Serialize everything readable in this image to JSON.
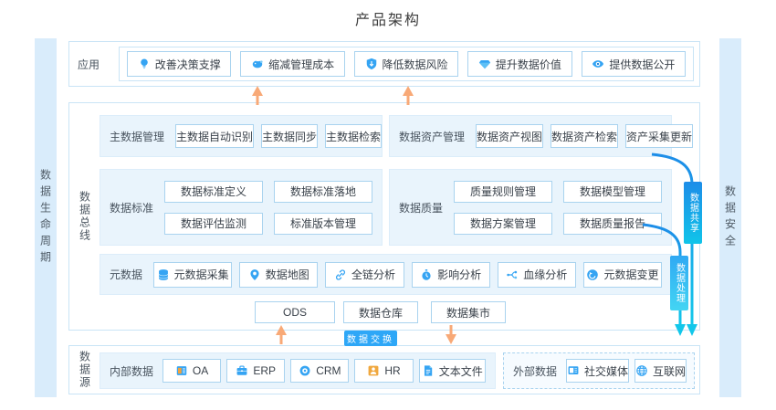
{
  "title": "产品架构",
  "sidebars": {
    "left": "数据生命周期",
    "right": "数据安全"
  },
  "app": {
    "label": "应用",
    "items": [
      {
        "label": "改善决策支撑",
        "icon": "lightbulb-icon"
      },
      {
        "label": "缩减管理成本",
        "icon": "piggy-bank-icon"
      },
      {
        "label": "降低数据风险",
        "icon": "shield-icon"
      },
      {
        "label": "提升数据价值",
        "icon": "gem-icon"
      },
      {
        "label": "提供数据公开",
        "icon": "eye-icon"
      }
    ]
  },
  "bus": {
    "label": "数据总线",
    "master": {
      "label": "主数据管理",
      "items": [
        "主数据自动识别",
        "主数据同步",
        "主数据检索"
      ]
    },
    "asset": {
      "label": "数据资产管理",
      "items": [
        "数据资产视图",
        "数据资产检索",
        "资产采集更新"
      ]
    },
    "standard": {
      "label": "数据标准",
      "items": [
        "数据标准定义",
        "数据标准落地",
        "数据评估监测",
        "标准版本管理"
      ]
    },
    "quality": {
      "label": "数据质量",
      "items": [
        "质量规则管理",
        "数据模型管理",
        "数据方案管理",
        "数据质量报告"
      ]
    },
    "metadata": {
      "label": "元数据",
      "items": [
        {
          "label": "元数据采集",
          "icon": "database-icon"
        },
        {
          "label": "数据地图",
          "icon": "map-pin-icon"
        },
        {
          "label": "全链分析",
          "icon": "link-icon"
        },
        {
          "label": "影响分析",
          "icon": "stopwatch-icon"
        },
        {
          "label": "血缘分析",
          "icon": "branch-icon"
        },
        {
          "label": "元数据变更",
          "icon": "refresh-icon"
        }
      ]
    },
    "storage": [
      "ODS",
      "数据仓库",
      "数据集市"
    ]
  },
  "exchange": {
    "label": "数据交换"
  },
  "source": {
    "label": "数据源",
    "internal": {
      "label": "内部数据",
      "items": [
        {
          "label": "OA",
          "icon": "oa-doc-icon"
        },
        {
          "label": "ERP",
          "icon": "erp-icon"
        },
        {
          "label": "CRM",
          "icon": "crm-icon"
        },
        {
          "label": "HR",
          "icon": "hr-person-icon"
        },
        {
          "label": "文本文件",
          "icon": "text-file-icon"
        }
      ]
    },
    "external": {
      "label": "外部数据",
      "items": [
        {
          "label": "社交媒体",
          "icon": "social-media-icon"
        },
        {
          "label": "互联网",
          "icon": "globe-icon"
        }
      ]
    }
  },
  "connectors": {
    "share": "数据共享",
    "process": "数据处理"
  },
  "colors": {
    "accent_blue": "#2ea7f7",
    "panel_border": "#c9e4f6",
    "sidebar_bg": "#d9ecfb",
    "group_bg": "#e9f4fc",
    "button_border": "#a9d3ef",
    "orange_arrow": "#f8a977",
    "line_gradient_start": "#1d8de8",
    "line_gradient_end": "#12c7ea"
  }
}
